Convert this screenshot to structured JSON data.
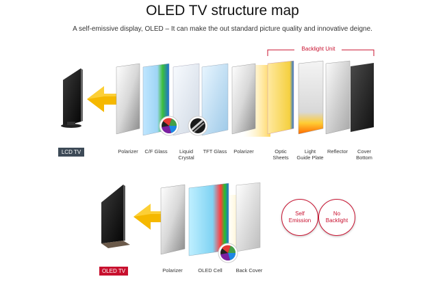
{
  "title": "OLED TV structure map",
  "subtitle": "A self-emissive display, OLED – It can make the out standard picture quality and innovative deigne.",
  "backlight_unit": "Backlight Unit",
  "lcd": {
    "badge": "LCD TV",
    "badge_color": "#3d4a57",
    "layers": [
      "Polarizer",
      "C/F Glass",
      "Liquid\nCrystal",
      "TFT Glass",
      "Polarizer",
      "Optic\nSheets",
      "Light\nGuide Plate",
      "Reflector",
      "Cover\nBottom"
    ]
  },
  "oled": {
    "badge": "OLED TV",
    "badge_color": "#c8102e",
    "layers": [
      "Polarizer",
      "OLED Cell",
      "Back Cover"
    ]
  },
  "features": [
    "Self\nEmission",
    "No\nBacklight"
  ],
  "colors": {
    "accent": "#c8102e",
    "arrow": "#f5b800"
  }
}
